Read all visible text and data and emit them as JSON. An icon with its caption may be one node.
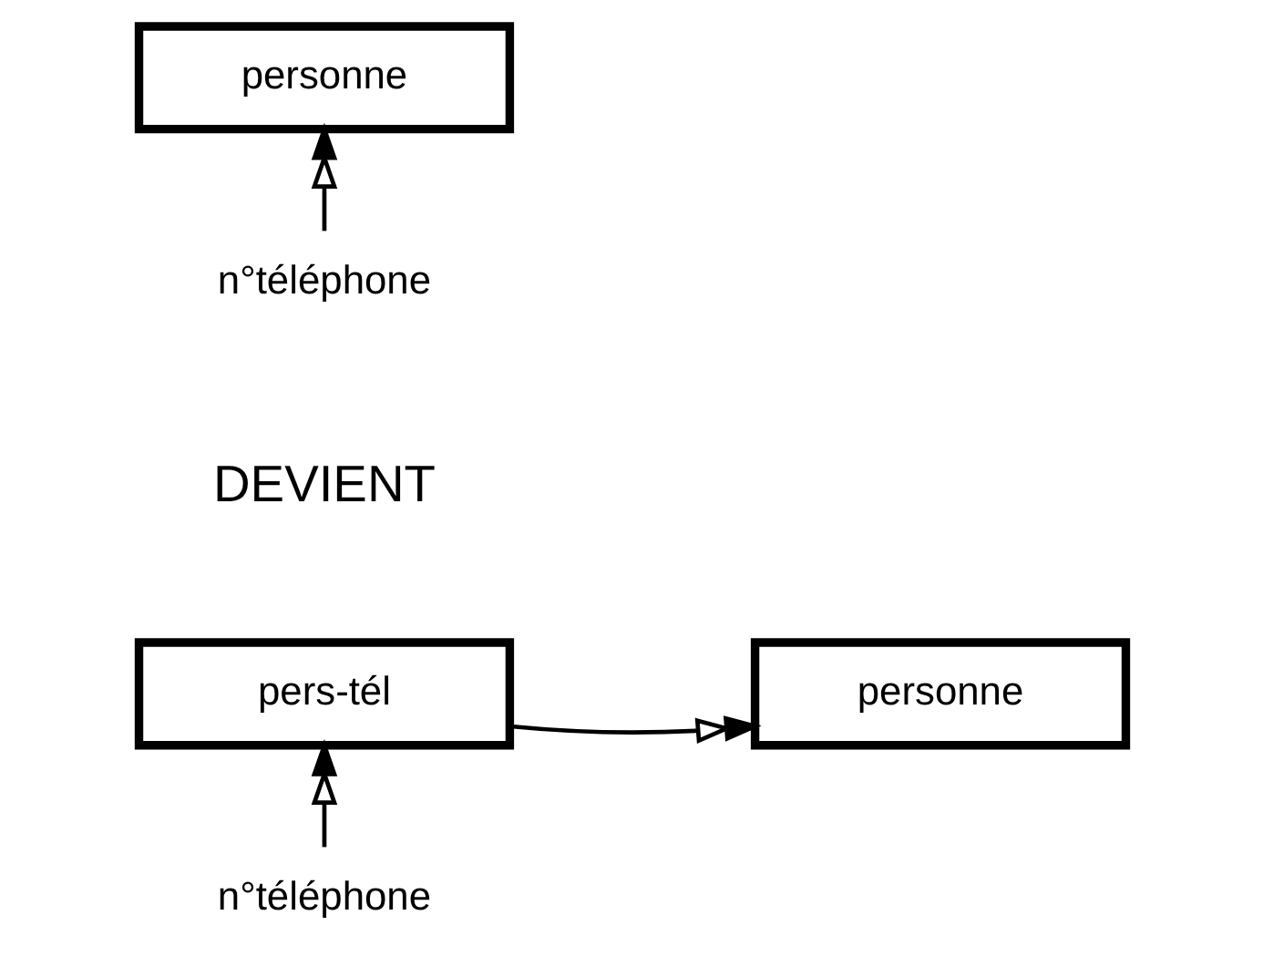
{
  "diagram": {
    "nodes": [
      {
        "text": [
          "personne"
        ]
      },
      {
        "text": [
          "n°téléphone"
        ]
      },
      {
        "text": [
          "personne"
        ]
      },
      {
        "text": [
          "pers-tél"
        ]
      },
      {
        "text": [
          "n°téléphone"
        ]
      }
    ],
    "edges": [
      {
        "from": 1,
        "to": 0,
        "arrow": "to"
      },
      {
        "from": 3,
        "to": 2,
        "arrow": "to"
      },
      {
        "from": 4,
        "to": 3,
        "arrow": "to"
      }
    ],
    "labels": [
      "DEVIENT"
    ]
  }
}
